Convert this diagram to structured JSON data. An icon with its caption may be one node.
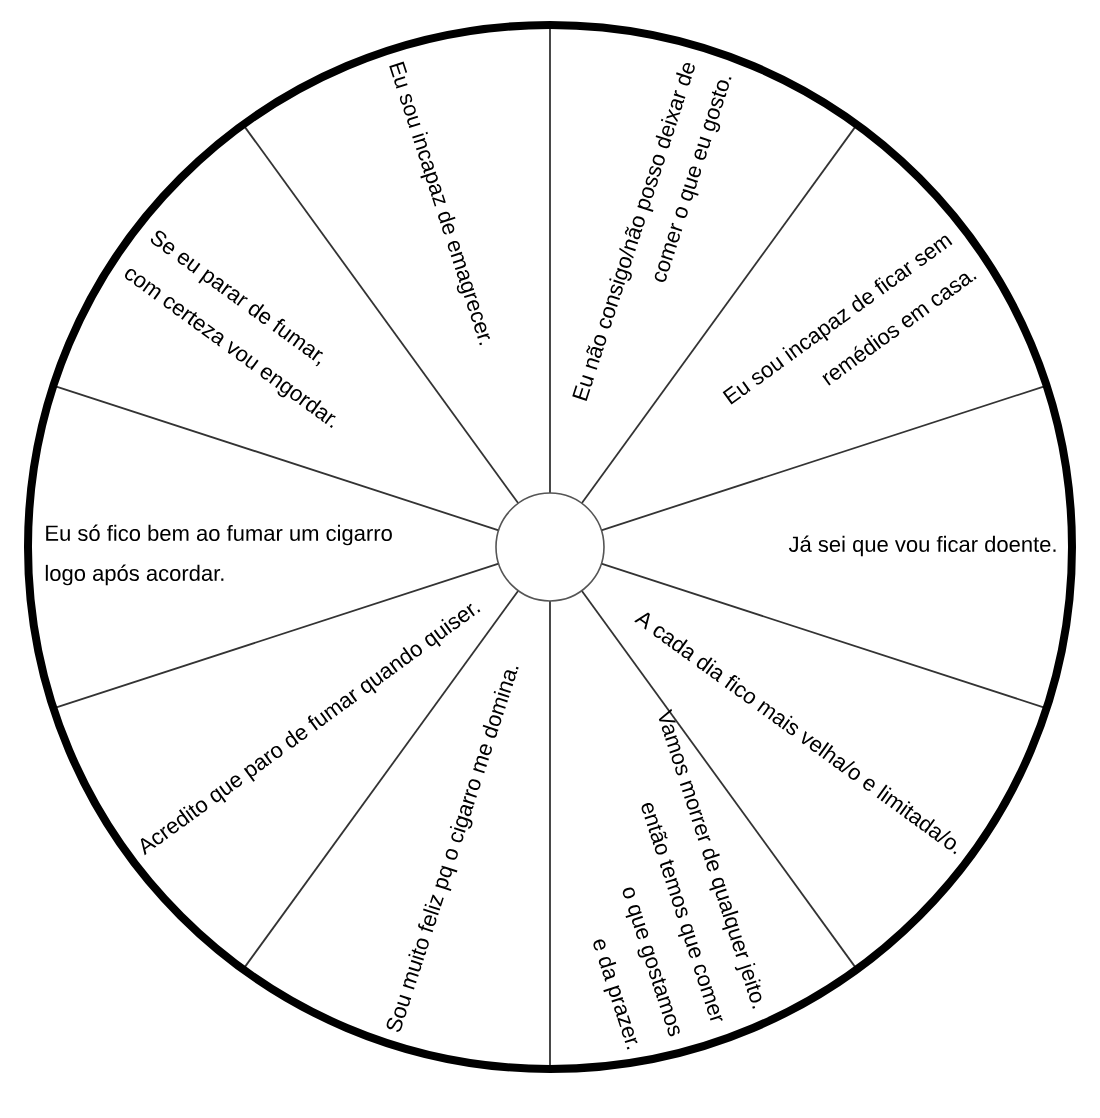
{
  "diagram": {
    "nodes": [
      {
        "text": [
          "Eu não consigo/não posso deixar de comer o que eu gosto."
        ]
      },
      {
        "text": [
          "Eu sou incapaz de ficar sem remédios em casa."
        ]
      },
      {
        "text": [
          "Já sei que vou ficar doente."
        ]
      },
      {
        "text": [
          "A cada dia fico mais velha/o e limitada/o."
        ]
      },
      {
        "text": [
          "Vamos morrer de qualquer jeito. então temos que comer o que gostamos e da prazer."
        ]
      },
      {
        "text": [
          "Sou muito feliz pq o cigarro me domina."
        ]
      },
      {
        "text": [
          "Acredito que paro de fumar quando quiser."
        ]
      },
      {
        "text": [
          "Eu só fico bem ao fumar um cigarro logo após acordar."
        ]
      },
      {
        "text": [
          "Se eu parar de fumar, com certeza vou engordar."
        ]
      },
      {
        "text": [
          "Eu sou incapaz de emagrecer."
        ]
      }
    ]
  }
}
